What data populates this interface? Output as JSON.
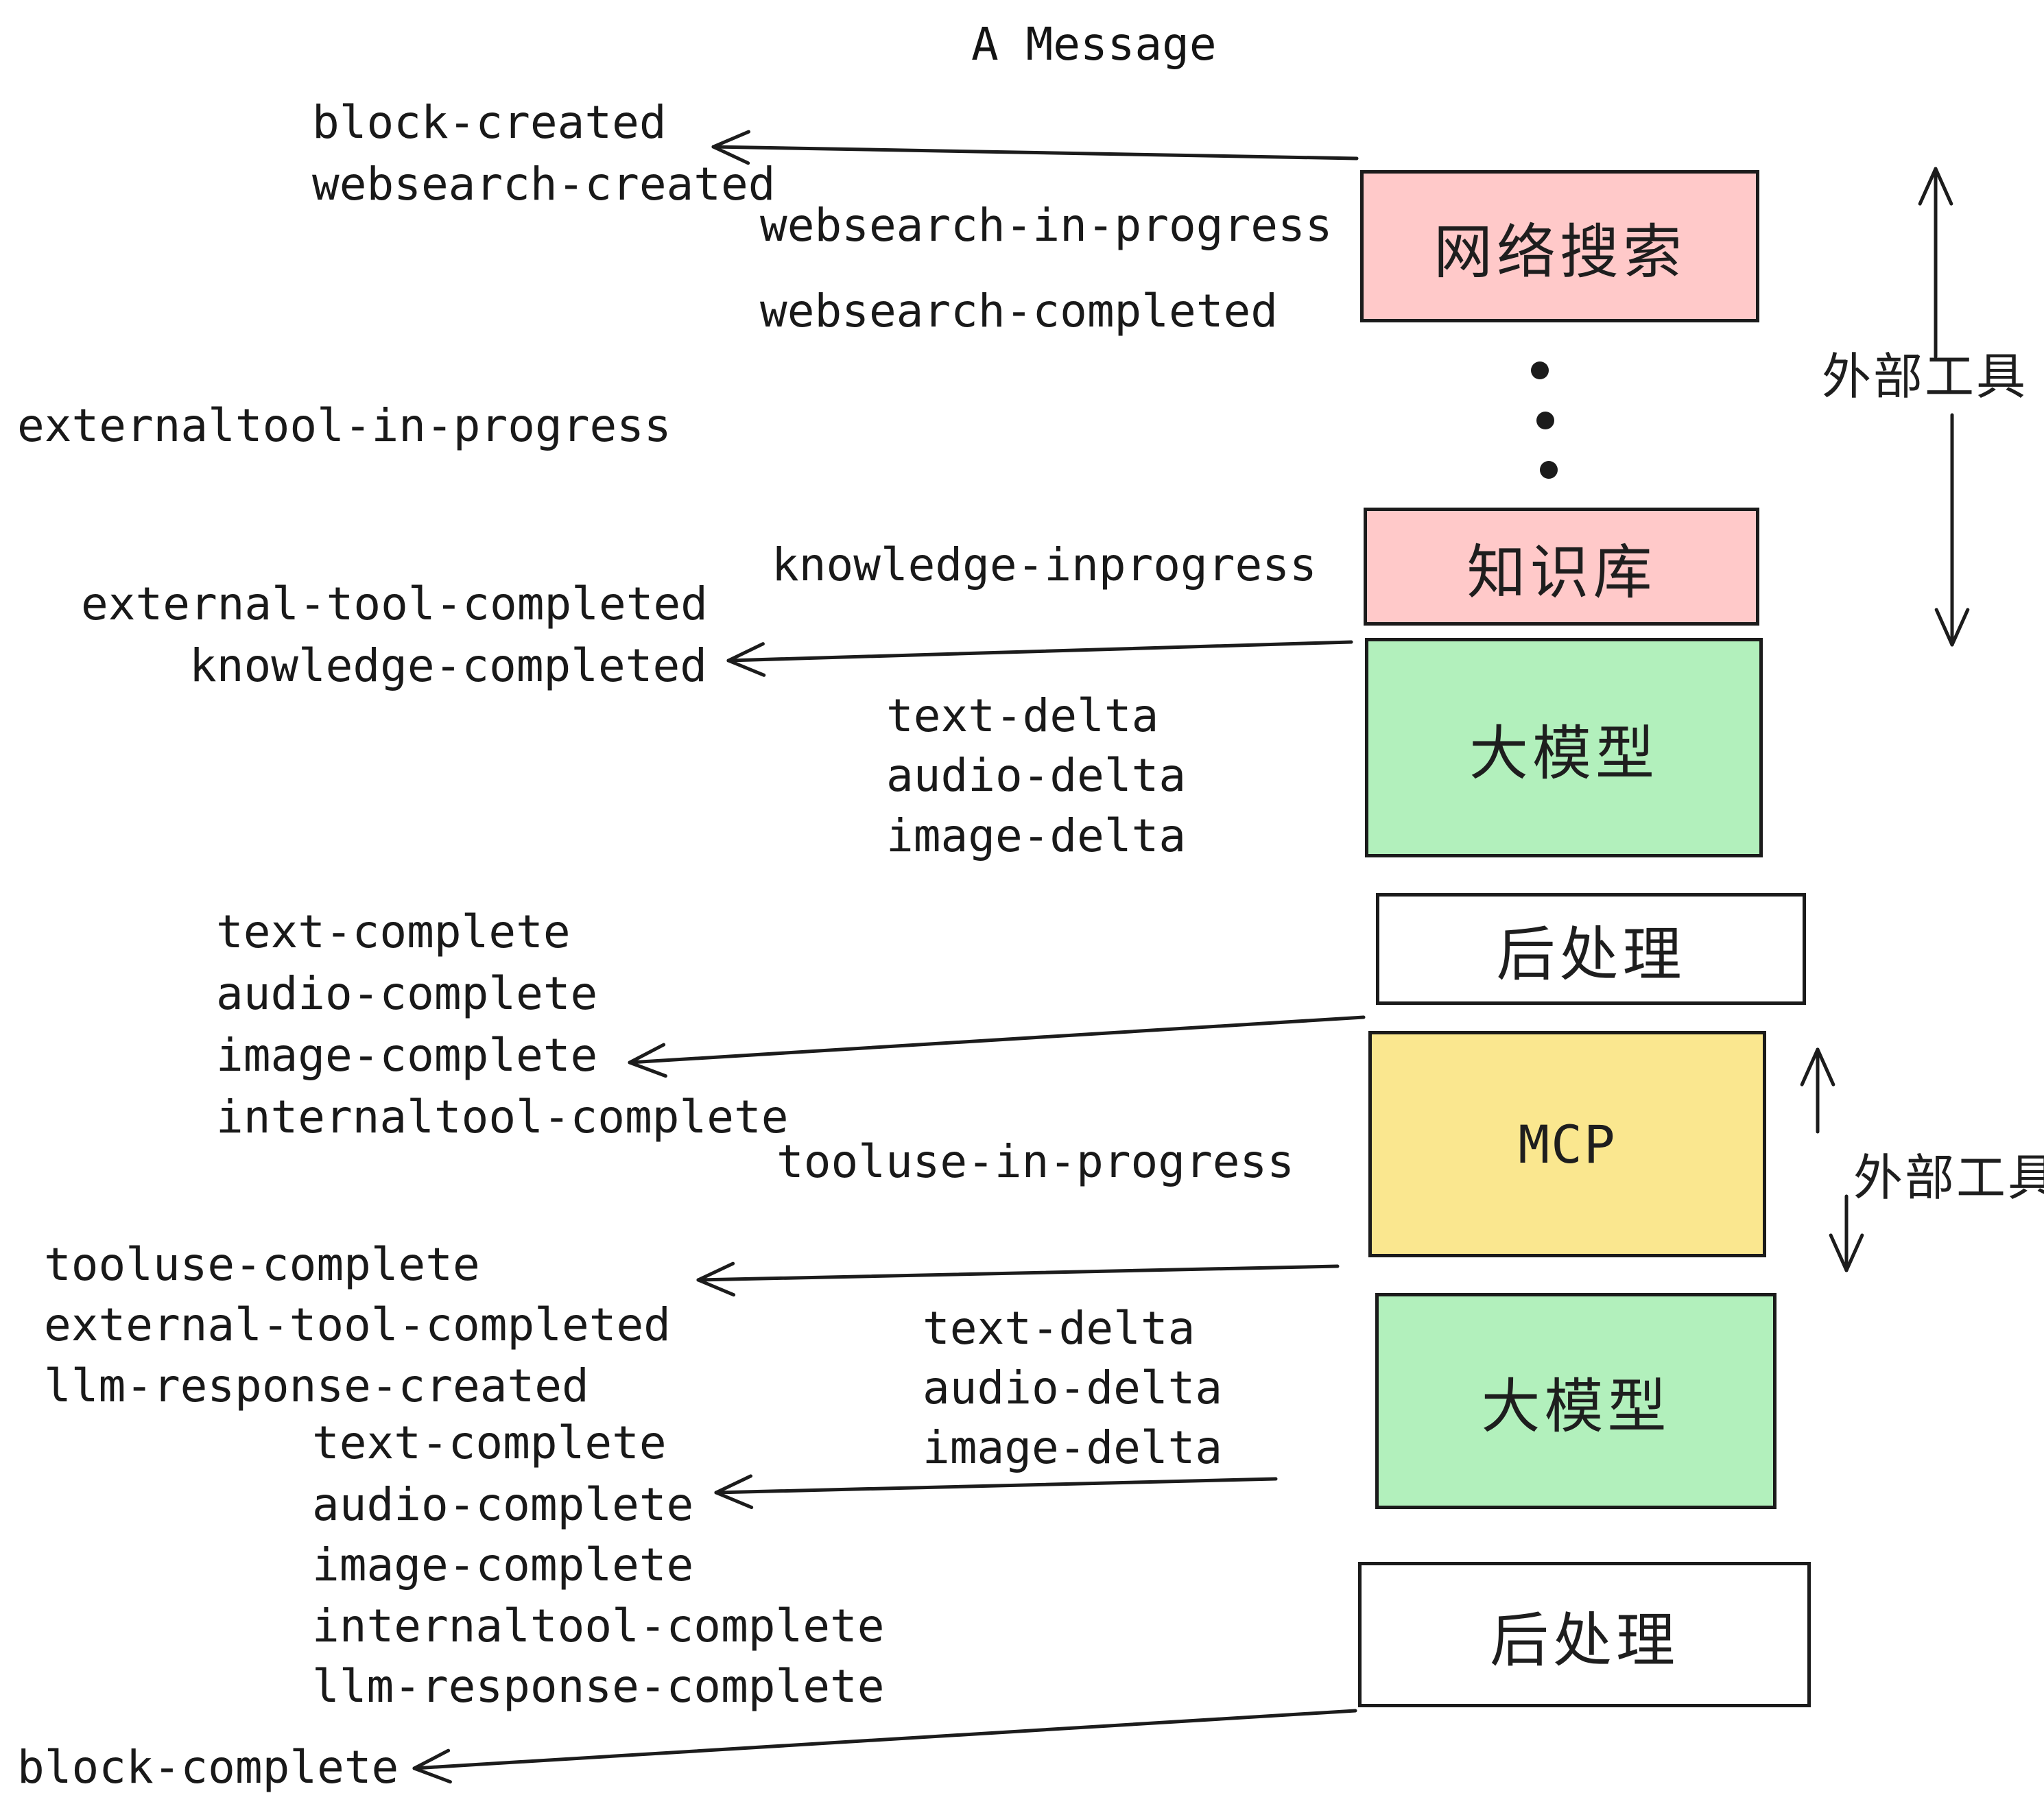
{
  "title": "A Message",
  "palette": {
    "pink": "#ffc9c9",
    "green": "#b2f0bc",
    "yellow": "#fae78f",
    "white": "#ffffff",
    "ink": "#1b1b1b"
  },
  "boxes": [
    {
      "id": "websearch",
      "label": "网络搜索",
      "color": "#ffc9c9"
    },
    {
      "id": "knowledge",
      "label": "知识库",
      "color": "#ffc9c9"
    },
    {
      "id": "llm-1",
      "label": "大模型",
      "color": "#b2f0bc"
    },
    {
      "id": "post-1",
      "label": "后处理",
      "color": "#ffffff"
    },
    {
      "id": "mcp",
      "label": "MCP",
      "color": "#fae78f"
    },
    {
      "id": "llm-2",
      "label": "大模型",
      "color": "#b2f0bc"
    },
    {
      "id": "post-2",
      "label": "后处理",
      "color": "#ffffff"
    }
  ],
  "side_labels": [
    {
      "text": "外部工具"
    },
    {
      "text": "外部工具"
    }
  ],
  "events": [
    {
      "text": "block-created"
    },
    {
      "text": "websearch-created"
    },
    {
      "text": "websearch-in-progress"
    },
    {
      "text": "websearch-completed"
    },
    {
      "text": "externaltool-in-progress"
    },
    {
      "text": "knowledge-inprogress"
    },
    {
      "text": "external-tool-completed"
    },
    {
      "text": "knowledge-completed"
    },
    {
      "text": "text-delta"
    },
    {
      "text": "audio-delta"
    },
    {
      "text": "image-delta"
    },
    {
      "text": "text-complete"
    },
    {
      "text": "audio-complete"
    },
    {
      "text": "image-complete"
    },
    {
      "text": "internaltool-complete"
    },
    {
      "text": "tooluse-in-progress"
    },
    {
      "text": "tooluse-complete"
    },
    {
      "text": "external-tool-completed"
    },
    {
      "text": "llm-response-created"
    },
    {
      "text": "text-delta"
    },
    {
      "text": "audio-delta"
    },
    {
      "text": "image-delta"
    },
    {
      "text": "text-complete"
    },
    {
      "text": "audio-complete"
    },
    {
      "text": "image-complete"
    },
    {
      "text": "internaltool-complete"
    },
    {
      "text": "llm-response-complete"
    },
    {
      "text": "block-complete"
    }
  ]
}
